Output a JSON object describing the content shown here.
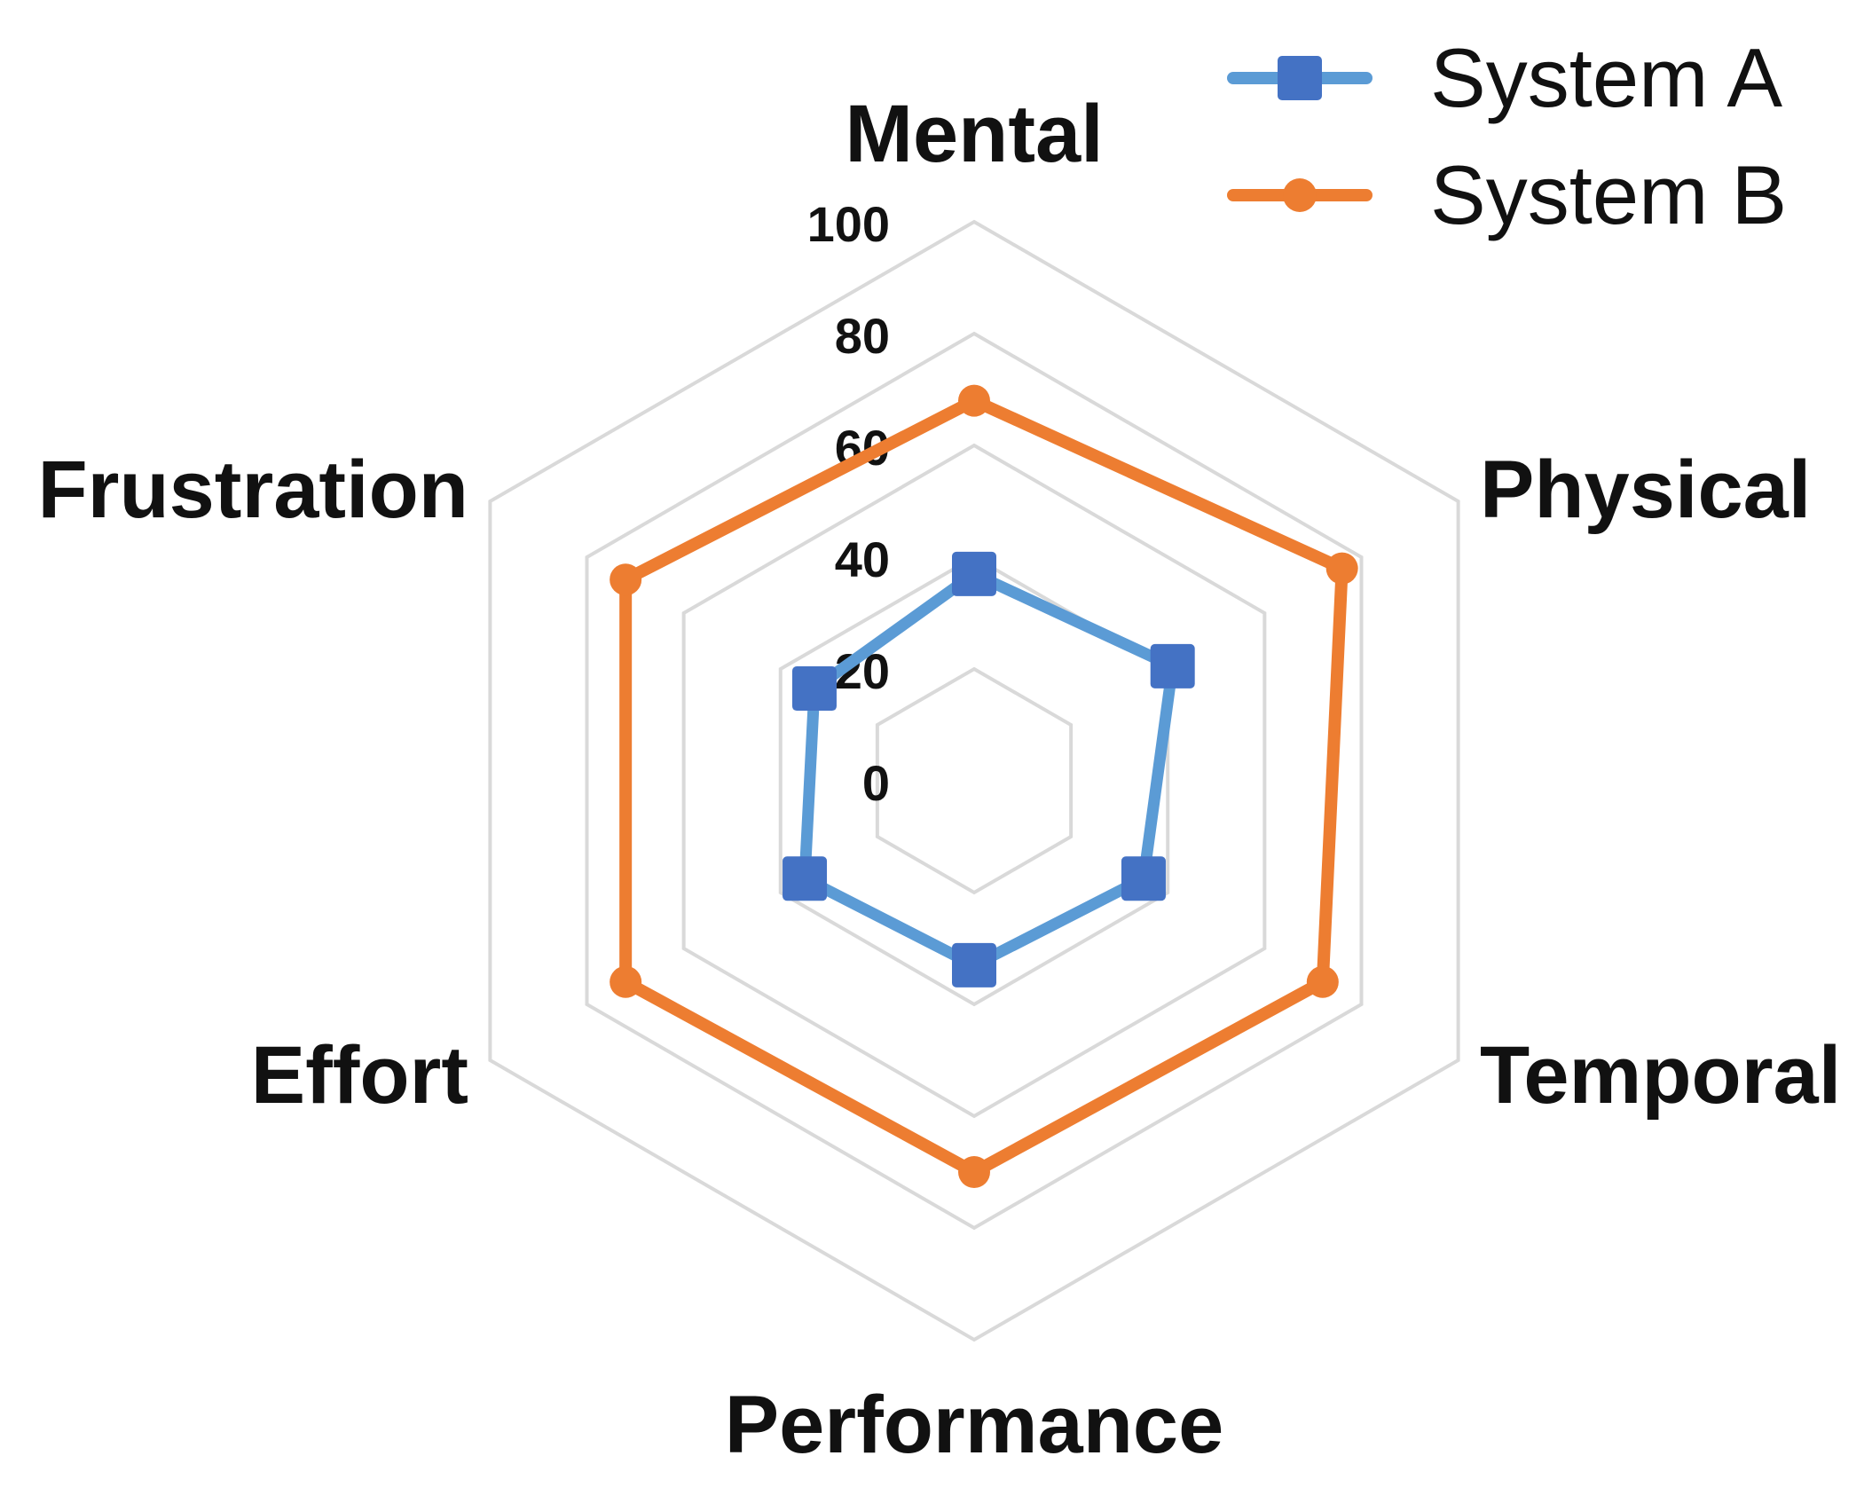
{
  "chart_data": {
    "type": "radar",
    "axes": [
      "Mental",
      "Physical",
      "Temporal",
      "Performance",
      "Effort",
      "Frustration"
    ],
    "rmax": 100,
    "ticks": [
      "0",
      "20",
      "40",
      "60",
      "80",
      "100"
    ],
    "tick_values": [
      0,
      20,
      40,
      60,
      80,
      100
    ],
    "grid": true,
    "legend_position": "top-right",
    "series": [
      {
        "name": "System A",
        "values": [
          37,
          41,
          35,
          33,
          35,
          33
        ],
        "color": "#5b9bd5",
        "marker_color": "#4472c4",
        "marker": "square"
      },
      {
        "name": "System B",
        "values": [
          68,
          76,
          72,
          70,
          72,
          72
        ],
        "color": "#ed7d31",
        "marker_color": "#ed7d31",
        "marker": "circle"
      }
    ]
  }
}
